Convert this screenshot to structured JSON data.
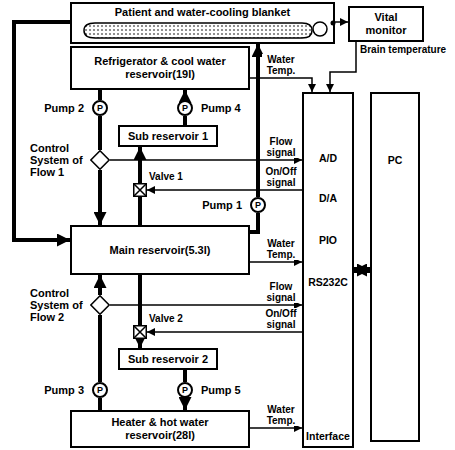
{
  "diagram": {
    "nodes": [
      {
        "text": [
          "Patient and water-cooling blanket"
        ]
      },
      {
        "text": [
          "Vital monitor"
        ]
      },
      {
        "text": [
          "Refrigerator & cool water reservoir(19l)"
        ]
      },
      {
        "text": [
          "Sub reservoir 1"
        ]
      },
      {
        "text": [
          "Main reservoir(5.3l)"
        ]
      },
      {
        "text": [
          "Sub reservoir 2"
        ]
      },
      {
        "text": [
          "Heater & hot water reservoir(28l)"
        ]
      },
      {
        "text": [
          "A/D",
          "D/A",
          "PIO",
          "RS232C",
          "Interface"
        ]
      },
      {
        "text": [
          "PC"
        ]
      },
      {
        "text": [
          "P",
          "Pump 2"
        ]
      },
      {
        "text": [
          "P",
          "Pump 4"
        ]
      },
      {
        "text": [
          "P",
          "Pump 1"
        ]
      },
      {
        "text": [
          "P",
          "Pump 3"
        ]
      },
      {
        "text": [
          "P",
          "Pump 5"
        ]
      },
      {
        "text": [
          "Control System of Flow 1"
        ]
      },
      {
        "text": [
          "Control System of Flow 2"
        ]
      },
      {
        "text": [
          "Valve 1"
        ]
      },
      {
        "text": [
          "Valve 2"
        ]
      }
    ],
    "edges": [
      {
        "from": 0,
        "to": 4,
        "arrow": "to"
      },
      {
        "from": 4,
        "to": 11,
        "arrow": "none"
      },
      {
        "from": 11,
        "to": 0,
        "arrow": "to"
      },
      {
        "from": 0,
        "to": 1,
        "arrow": "to"
      },
      {
        "from": 1,
        "to": 7,
        "label": "Brain temperature",
        "arrow": "to"
      },
      {
        "from": 2,
        "to": 9,
        "arrow": "none"
      },
      {
        "from": 9,
        "to": 14,
        "arrow": "none"
      },
      {
        "from": 14,
        "to": 4,
        "arrow": "to"
      },
      {
        "from": 4,
        "to": 16,
        "arrow": "none"
      },
      {
        "from": 16,
        "to": 3,
        "arrow": "to"
      },
      {
        "from": 3,
        "to": 10,
        "arrow": "none"
      },
      {
        "from": 10,
        "to": 2,
        "arrow": "to"
      },
      {
        "from": 6,
        "to": 12,
        "arrow": "none"
      },
      {
        "from": 12,
        "to": 15,
        "arrow": "none"
      },
      {
        "from": 15,
        "to": 4,
        "arrow": "to"
      },
      {
        "from": 4,
        "to": 17,
        "arrow": "none"
      },
      {
        "from": 17,
        "to": 5,
        "arrow": "to"
      },
      {
        "from": 5,
        "to": 13,
        "arrow": "none"
      },
      {
        "from": 13,
        "to": 6,
        "arrow": "to"
      },
      {
        "from": 2,
        "to": 7,
        "label": "Water Temp.",
        "arrow": "to"
      },
      {
        "from": 4,
        "to": 7,
        "label": "Water Temp.",
        "arrow": "to"
      },
      {
        "from": 6,
        "to": 7,
        "label": "Water Temp.",
        "arrow": "to"
      },
      {
        "from": 14,
        "to": 7,
        "label": "Flow signal",
        "arrow": "to"
      },
      {
        "from": 15,
        "to": 7,
        "label": "Flow signal",
        "arrow": "to"
      },
      {
        "from": 7,
        "to": 16,
        "label": "On/Off signal",
        "arrow": "to"
      },
      {
        "from": 7,
        "to": 17,
        "label": "On/Off signal",
        "arrow": "to"
      },
      {
        "from": 7,
        "to": 8,
        "arrow": "both"
      }
    ]
  }
}
